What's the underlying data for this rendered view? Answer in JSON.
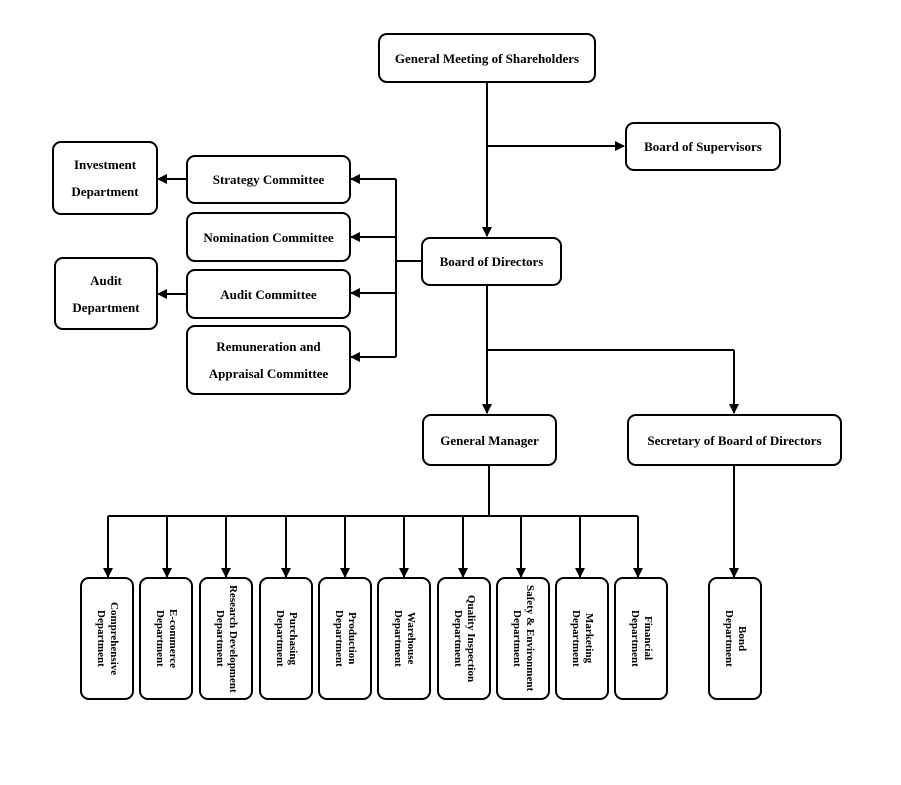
{
  "nodes": {
    "shareholders": "General Meeting of Shareholders",
    "supervisors": "Board of Supervisors",
    "directors": "Board of Directors",
    "strategy": "Strategy Committee",
    "nomination": "Nomination Committee",
    "audit_committee": "Audit Committee",
    "remuneration": [
      "Remuneration and",
      "Appraisal Committee"
    ],
    "investment": [
      "Investment",
      "Department"
    ],
    "audit_dept": [
      "Audit",
      "Department"
    ],
    "general_manager": "General Manager",
    "secretary": "Secretary of Board of Directors",
    "departments": [
      [
        "Comprehensive",
        "Department"
      ],
      [
        "E-commerce",
        "Department"
      ],
      [
        "Research Development",
        "Department"
      ],
      [
        "Purchasing",
        "Department"
      ],
      [
        "Production",
        "Department"
      ],
      [
        "Warehouse",
        "Department"
      ],
      [
        "Quality Inspection",
        "Department"
      ],
      [
        "Safety & Environment",
        "Department"
      ],
      [
        "Marketing",
        "Department"
      ],
      [
        "Financial",
        "Department"
      ]
    ],
    "bond_dept": [
      "Bond",
      "Department"
    ]
  }
}
